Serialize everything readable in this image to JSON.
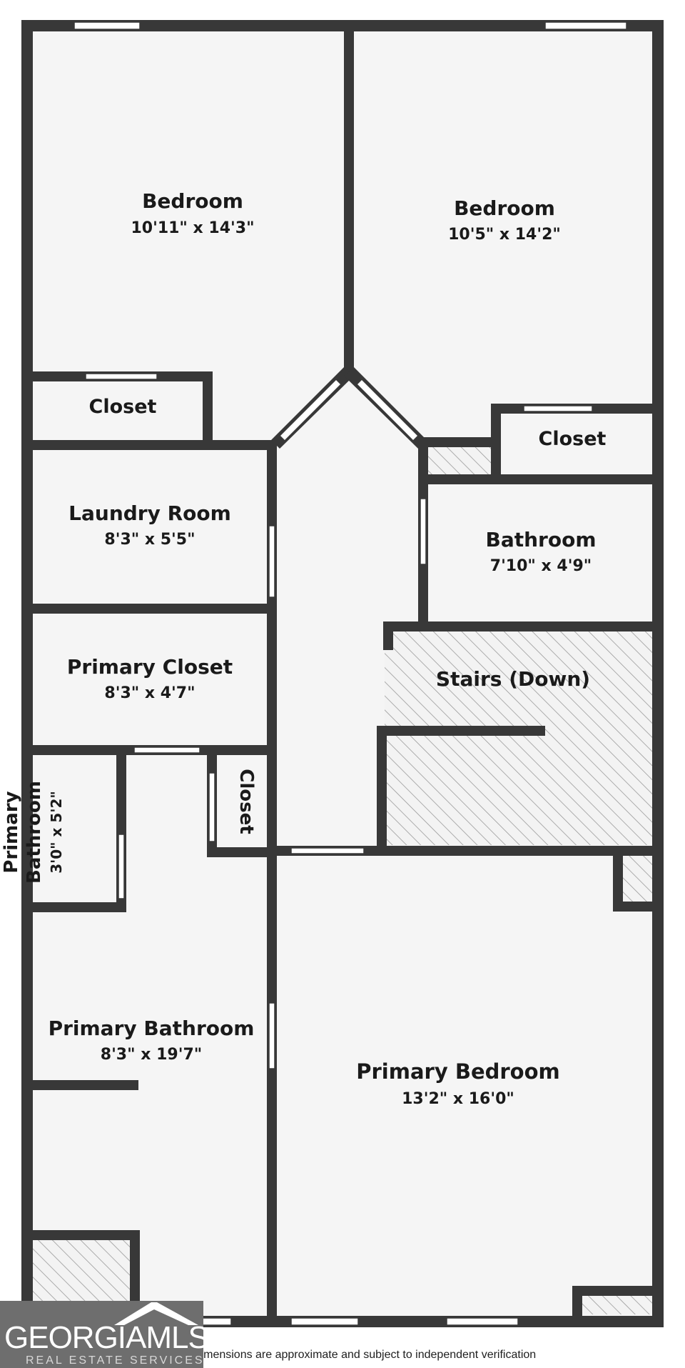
{
  "rooms": [
    {
      "name": "Bedroom",
      "dims": "10'11\" x 14'3\""
    },
    {
      "name": "Bedroom",
      "dims": "10'5\" x 14'2\""
    },
    {
      "name": "Closet"
    },
    {
      "name": "Closet"
    },
    {
      "name": "Laundry Room",
      "dims": "8'3\" x 5'5\""
    },
    {
      "name": "Bathroom",
      "dims": "7'10\" x 4'9\""
    },
    {
      "name": "Primary Closet",
      "dims": "8'3\" x 4'7\""
    },
    {
      "name": "Stairs (Down)"
    },
    {
      "name_line1": "Primary",
      "name_line2": "Bathroom",
      "dims": "3'0\" x 5'2\""
    },
    {
      "name": "Closet"
    },
    {
      "name": "Primary Bathroom",
      "dims": "8'3\" x 19'7\""
    },
    {
      "name": "Primary Bedroom",
      "dims": "13'2\" x 16'0\""
    }
  ],
  "disclaimer": "Dimensions are approximate and subject to independent verification",
  "logo": {
    "text": "GEORGIAMLS",
    "subtext": "REAL ESTATE SERVICES"
  },
  "colors": {
    "wall": "#383838",
    "floor": "#f5f5f5",
    "window": "#ffffff",
    "hatch": "#9a9a9a",
    "logo_bg": "#6e6e6e"
  }
}
